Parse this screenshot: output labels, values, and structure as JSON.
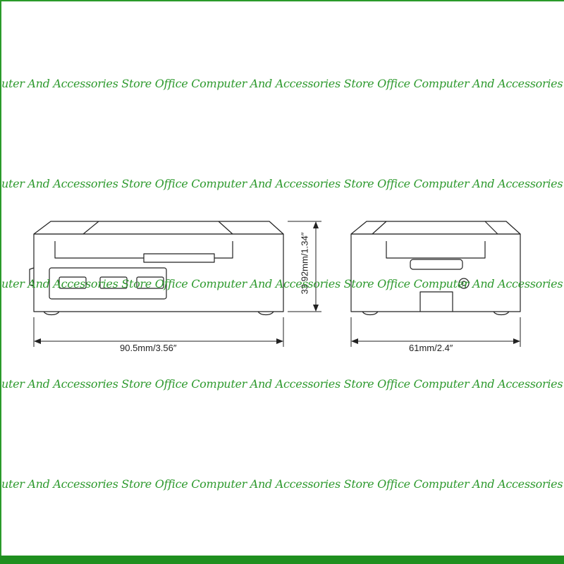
{
  "dimensions": {
    "width": "90.5mm/3.56″",
    "height": "33.92mm/1.34″",
    "depth": "61mm/2.4″"
  },
  "watermark": {
    "text": "puter And Accessories Store Office Computer And Accessories Store Office Computer And Accessories Sto"
  },
  "colors": {
    "watermark": "#2e9a2e",
    "frame": "#2a9a2a",
    "line": "#222222"
  }
}
